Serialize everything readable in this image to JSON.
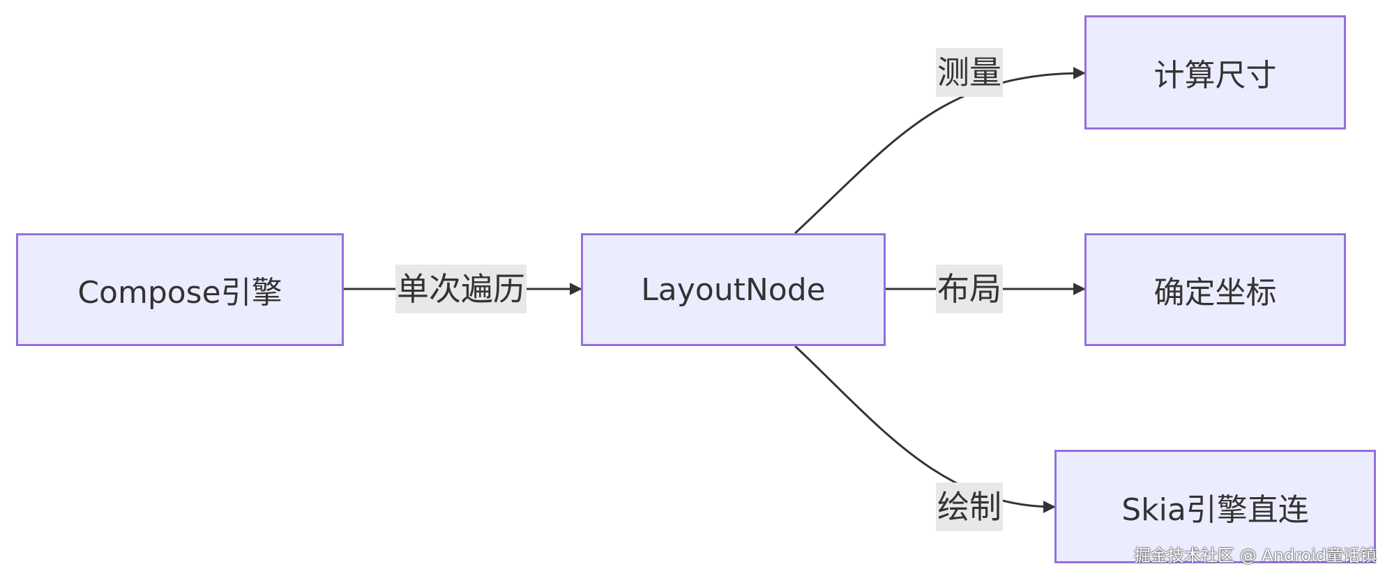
{
  "diagram": {
    "nodes": {
      "compose": "Compose引擎",
      "layoutnode": "LayoutNode",
      "measure_result": "计算尺寸",
      "layout_result": "确定坐标",
      "draw_result": "Skia引擎直连"
    },
    "edge_labels": {
      "single_pass": "单次遍历",
      "measure": "测量",
      "layout": "布局",
      "draw": "绘制"
    },
    "colors": {
      "node_fill": "#ECECFF",
      "node_border": "#9370DB",
      "edge_stroke": "#333333",
      "label_background": "#e8e8e8"
    }
  },
  "watermark": "掘金技术社区 @ Android童话镇"
}
